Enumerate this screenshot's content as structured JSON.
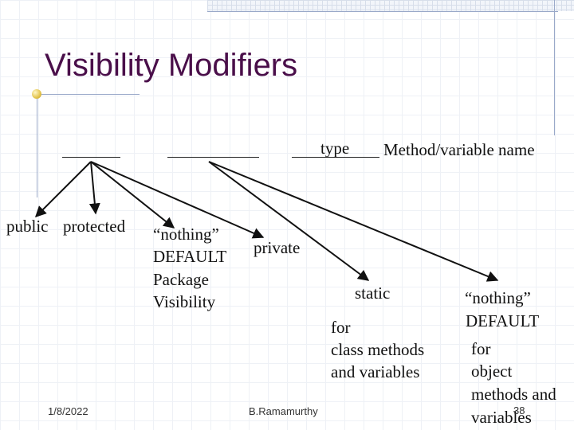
{
  "slide": {
    "title": "Visibility Modifiers",
    "labels": {
      "type": "type",
      "method_variable_name": "Method/variable name"
    },
    "visibility_options": {
      "public": "public",
      "protected": "protected",
      "nothing_left": "“nothing”",
      "default_left": "DEFAULT",
      "package": "Package",
      "visibility": "Visibility",
      "private": "private"
    },
    "static_group": {
      "static": "static",
      "for": "for",
      "class_methods": "class methods",
      "and_variables": "and variables"
    },
    "nonstatic_group": {
      "nothing": "“nothing”",
      "default": "DEFAULT",
      "for": "for",
      "object": "object",
      "methods_and": "methods and",
      "variables": "variables"
    },
    "footer": {
      "date": "1/8/2022",
      "author": "B.Ramamurthy",
      "page": "38"
    }
  }
}
